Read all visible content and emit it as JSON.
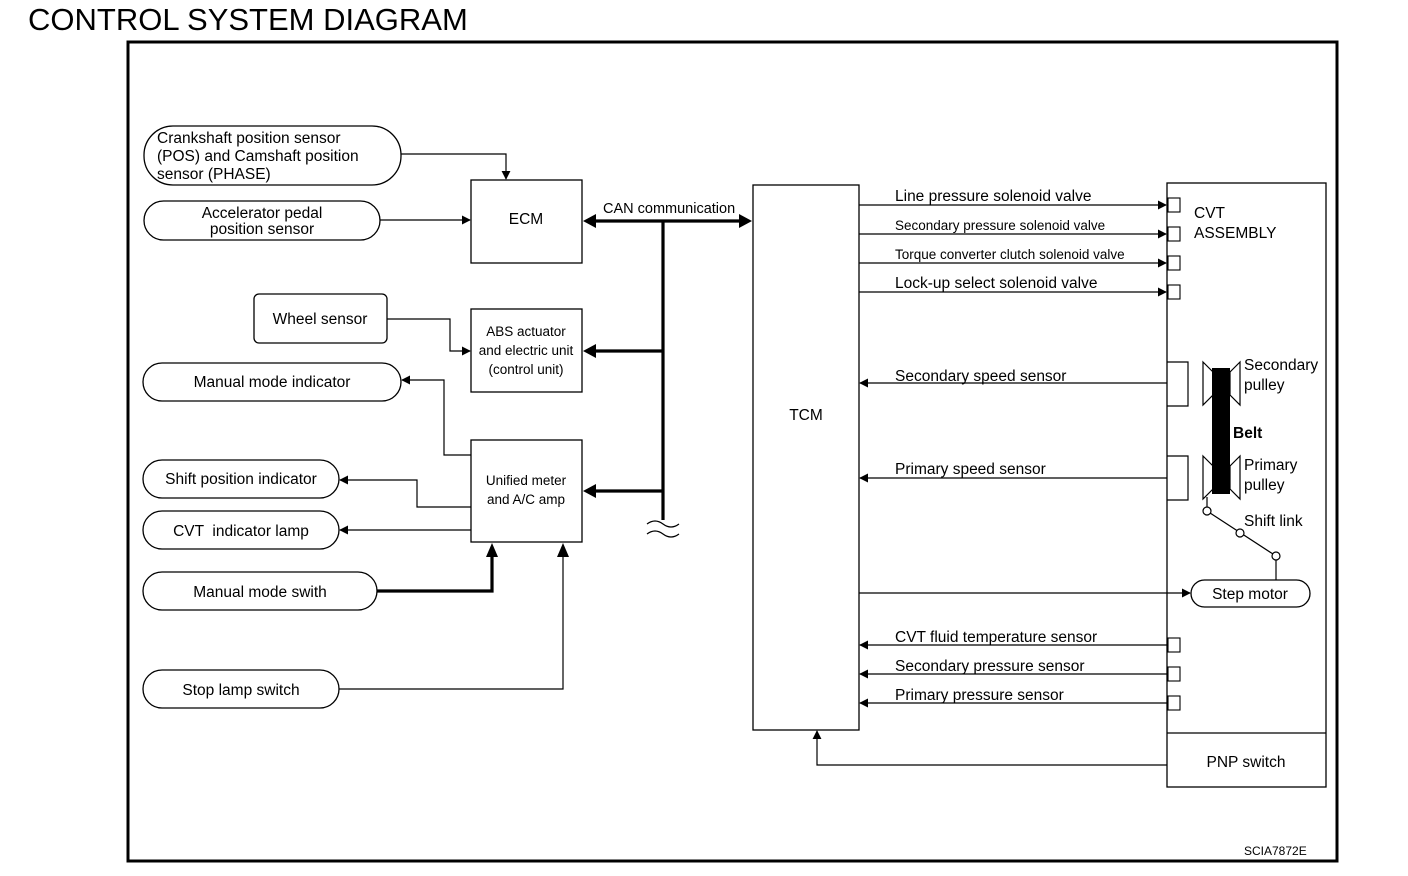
{
  "title": "CONTROL SYSTEM DIAGRAM",
  "figure_code": "SCIA7872E",
  "inputs": {
    "crank_cam_sensor": [
      "Crankshaft position sensor",
      "(POS) and Camshaft position",
      "sensor (PHASE)"
    ],
    "accelerator_sensor": [
      "Accelerator pedal",
      "position sensor"
    ],
    "wheel_sensor": "Wheel sensor",
    "manual_mode_indicator": "Manual mode indicator",
    "shift_position_indicator": "Shift position indicator",
    "cvt_indicator_lamp": "CVT  indicator lamp",
    "manual_mode_switch": "Manual mode swith",
    "stop_lamp_switch": "Stop lamp switch"
  },
  "units": {
    "ecm": "ECM",
    "abs": [
      "ABS actuator",
      "and electric unit",
      "(control unit)"
    ],
    "unified_meter": [
      "Unified meter",
      "and A/C amp"
    ],
    "tcm": "TCM",
    "can_label": "CAN communication"
  },
  "tcm_outputs": [
    "Line pressure solenoid valve",
    "Secondary pressure solenoid valve",
    "Torque converter clutch solenoid valve",
    "Lock-up select solenoid valve"
  ],
  "tcm_inputs": {
    "secondary_speed": "Secondary speed sensor",
    "primary_speed": "Primary speed sensor",
    "fluid_temp": "CVT fluid temperature sensor",
    "secondary_pressure": "Secondary pressure sensor",
    "primary_pressure": "Primary pressure sensor"
  },
  "cvt_assembly": {
    "label": [
      "CVT",
      "ASSEMBLY"
    ],
    "secondary_pulley": [
      "Secondary",
      "pulley"
    ],
    "belt": "Belt",
    "primary_pulley": [
      "Primary",
      "pulley"
    ],
    "shift_link": "Shift link",
    "step_motor": "Step motor",
    "pnp_switch": "PNP switch"
  }
}
